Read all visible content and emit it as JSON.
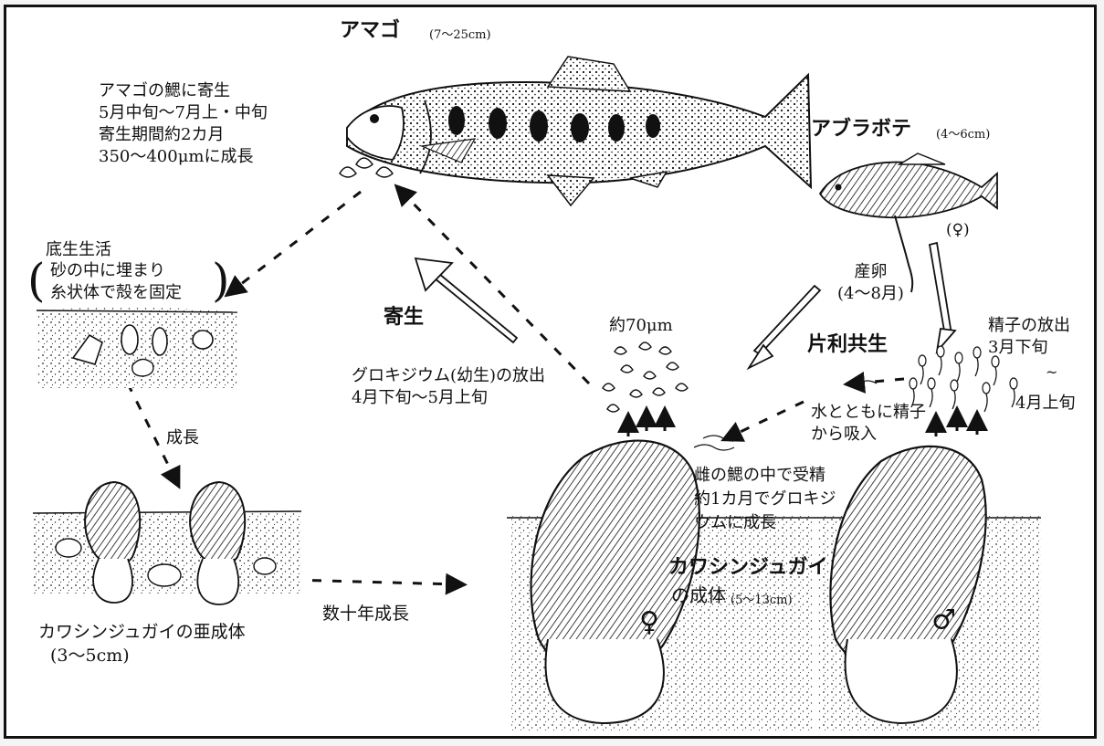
{
  "fish": {
    "amago": {
      "name": "アマゴ",
      "size": "(7～25cm)"
    },
    "aburabote": {
      "name": "アブラボテ",
      "size": "(4～6cm)",
      "sex": "(♀)"
    }
  },
  "labels": {
    "parasitism_note": "アマゴの鰓に寄生\n5月中旬～7月上・中旬\n寄生期間約2カ月\n350～400μmに成長",
    "benthic_title": "底生生活",
    "benthic_detail": "砂の中に埋まり\n糸状体で殻を固定",
    "growth": "成長",
    "juvenile_name": "カワシンジュガイの亜成体",
    "juvenile_size": "(3～5cm)",
    "decades_growth": "数十年成長",
    "parasitism": "寄生",
    "glochidia_release": "グロキジウム(幼生)の放出\n4月下旬～5月上旬",
    "glochidia_size": "約70μm",
    "commensalism": "片利共生",
    "spawning": "産卵\n(4～8月)",
    "sperm_release": "精子の放出\n3月下旬",
    "sperm_release_tilde": "~",
    "sperm_release_end": "4月上旬",
    "sperm_intake": "水とともに精子\nから吸入",
    "fertilization": "雌の鰓の中で受精\n約1カ月でグロキジ\nウムに成長",
    "adult_name": "カワシンジュガイ",
    "adult_name2": "の成体",
    "adult_size": "(5～13cm)",
    "female_symbol": "♀",
    "male_symbol": "♂"
  },
  "colors": {
    "ink": "#111111",
    "background": "#ffffff",
    "frame": "#111111"
  }
}
